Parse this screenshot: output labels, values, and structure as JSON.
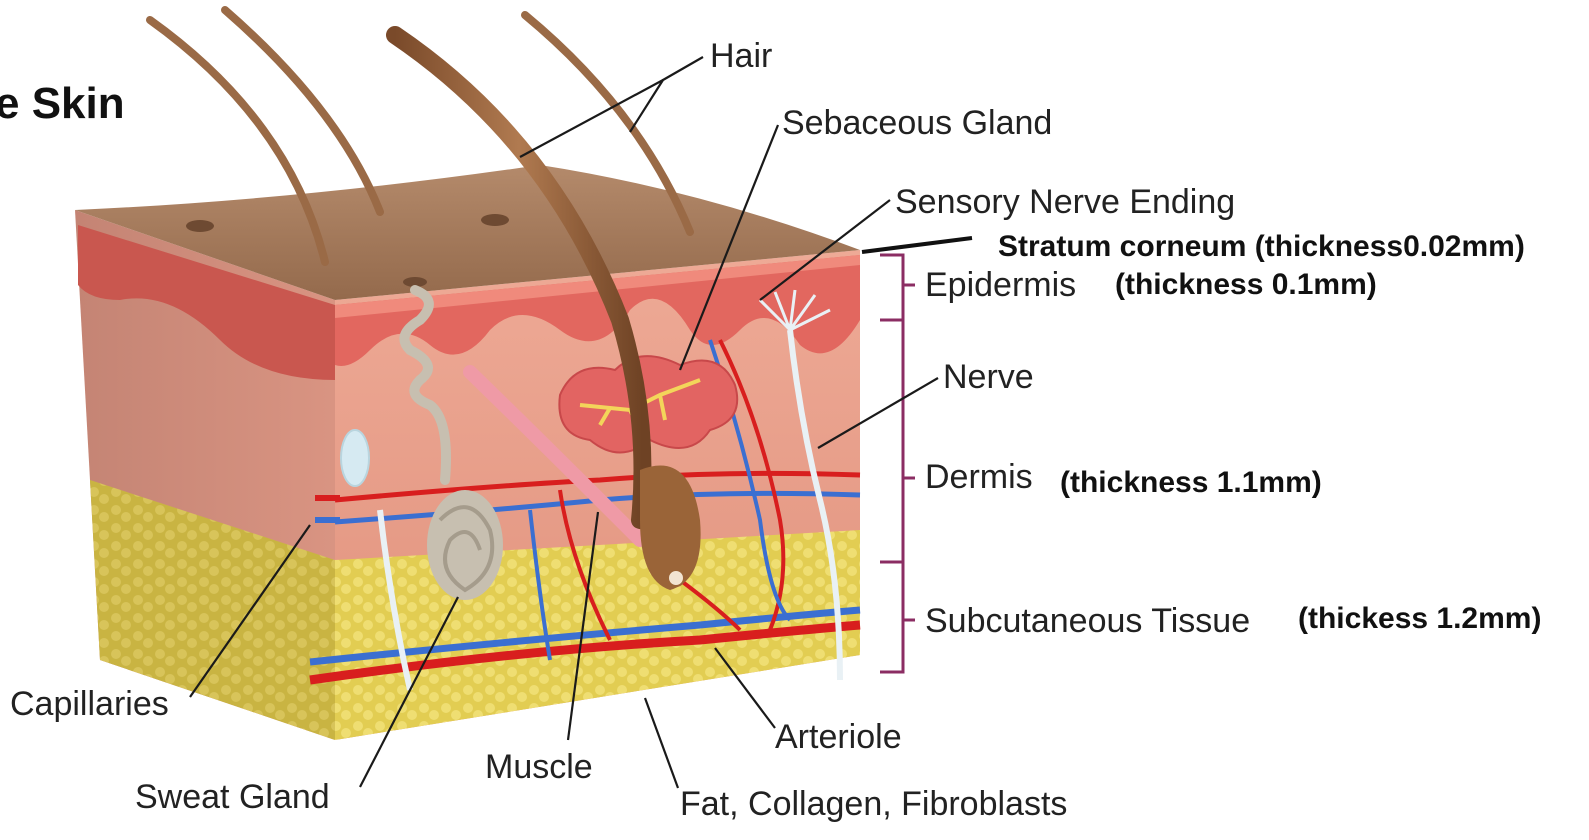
{
  "title": "e Skin",
  "labels": {
    "hair": "Hair",
    "sebaceous_gland": "Sebaceous Gland",
    "sensory_nerve_ending": "Sensory Nerve Ending",
    "stratum_corneum": "Stratum corneum (thickness0.02mm)",
    "epidermis": "Epidermis",
    "epidermis_thickness": "(thickness 0.1mm)",
    "nerve": "Nerve",
    "dermis": "Dermis",
    "dermis_thickness": "(thickness 1.1mm)",
    "subcutaneous": "Subcutaneous Tissue",
    "subcutaneous_thickness": "(thickess 1.2mm)",
    "capillaries": "Capillaries",
    "sweat_gland": "Sweat Gland",
    "muscle": "Muscle",
    "arteriole": "Arteriole",
    "fat": "Fat, Collagen, Fibroblasts"
  },
  "colors": {
    "surface": "#a47a5c",
    "epidermis": "#e2675f",
    "dermis": "#e6a08c",
    "fat": "#e4cf55",
    "artery": "#d81e1e",
    "vein": "#3b6fd1",
    "hair": "#8a5a34",
    "bracket": "#8b2d63"
  }
}
